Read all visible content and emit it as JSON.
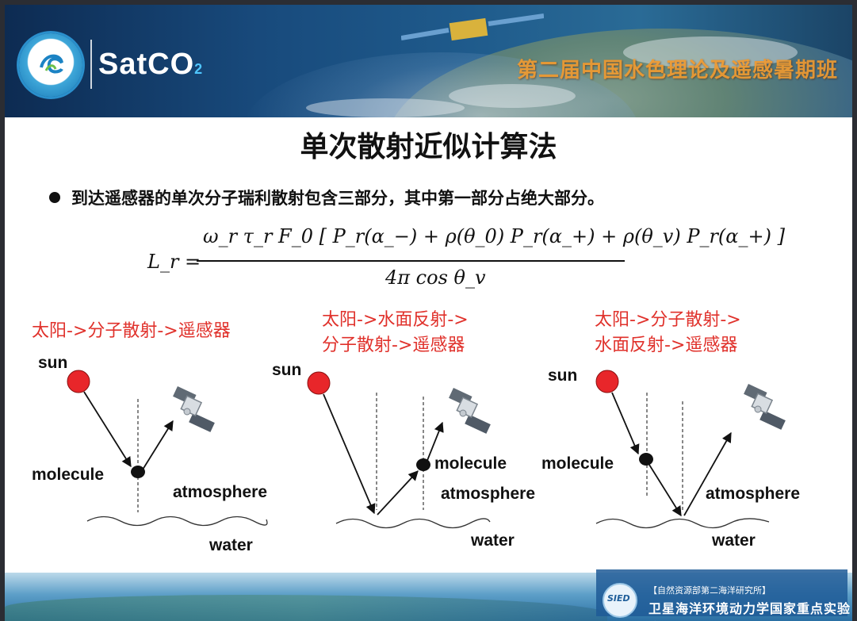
{
  "header": {
    "logo_main": "SatCO",
    "logo_sub": "2",
    "banner_title": "第二届中国水色理论及遥感暑期班"
  },
  "title": "单次散射近似计算法",
  "bullet": "到达遥感器的单次分子瑞利散射包含三部分，其中第一部分占绝大部分。",
  "formula": {
    "lhs": "L_r =",
    "numerator": "ω_r τ_r F_0 [ P_r(α_−) + ρ(θ_0) P_r(α_+) + ρ(θ_v) P_r(α_+) ]",
    "denominator": "4π cos θ_v"
  },
  "cases": [
    {
      "label_lines": [
        "太阳->分子散射->遥感器"
      ]
    },
    {
      "label_lines": [
        "太阳->水面反射->",
        "分子散射->遥感器"
      ]
    },
    {
      "label_lines": [
        "太阳->分子散射->",
        "水面反射->遥感器"
      ]
    }
  ],
  "diagram_labels": {
    "sun": "sun",
    "molecule": "molecule",
    "atmosphere": "atmosphere",
    "water": "water"
  },
  "footer": {
    "emblem": "SIED",
    "org": "【自然资源部第二海洋研究所】",
    "lab": "卫星海洋环境动力学国家重点实验室"
  },
  "colors": {
    "sun": "#e8262a",
    "label_red": "#e0312b",
    "banner_title": "#f29a2e"
  }
}
